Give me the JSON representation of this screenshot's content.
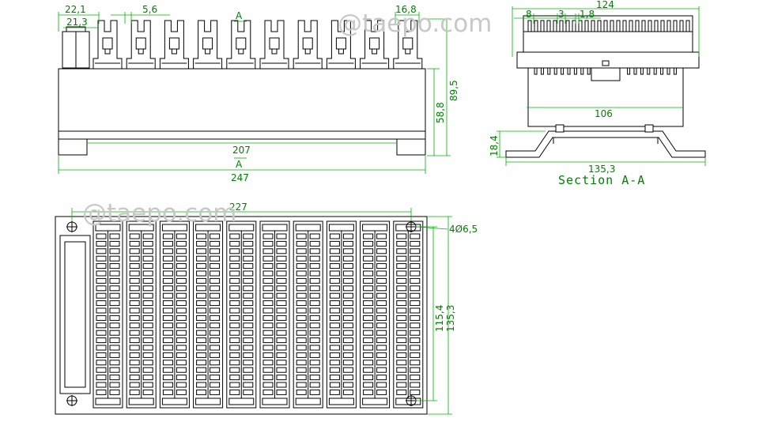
{
  "front_view": {
    "dims": {
      "pitch_top": "22,1",
      "pitch_inner": "21,3",
      "module_gap": "5,6",
      "module_right": "16,8",
      "height_total": "89,5",
      "height_body": "58,8",
      "mount_span": "207",
      "overall_width": "247"
    },
    "section_marker": "A",
    "module_count": 10
  },
  "section_view": {
    "dims": {
      "width_top": "124",
      "d8": "8",
      "d3": "3",
      "d18": "1,8",
      "base_width": "106",
      "bracket_height": "18,4",
      "bracket_width": "135,3"
    },
    "caption": "Section A-A"
  },
  "top_view": {
    "dims": {
      "overall_width": "227",
      "holes": "4Ø6,5",
      "inner_height": "115,4",
      "outer_height": "135,3"
    },
    "module_count": 10
  },
  "watermarks": [
    "@taepo.com",
    "@taepo.com"
  ],
  "colors": {
    "line": "#000000",
    "dimension": "#00b000",
    "watermark": "#c8c8c8"
  }
}
